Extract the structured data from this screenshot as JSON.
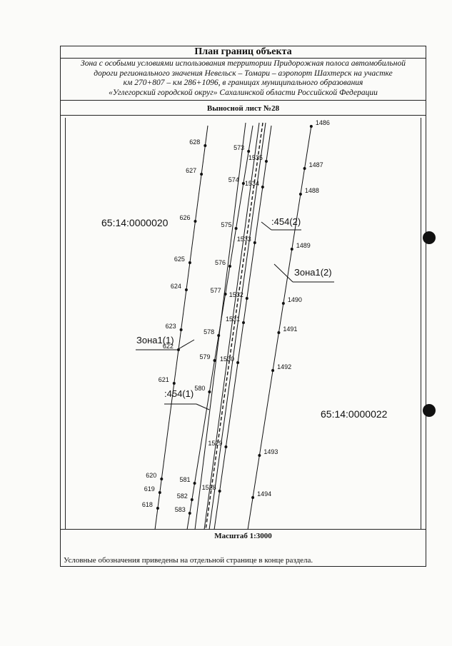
{
  "header": {
    "title": "План границ объекта",
    "description_lines": [
      "Зона с особыми условиями использования территории Придорожная полоса автомобильной",
      "дороги регионального значения Невельск – Томари – аэропорт Шахтерск на участке",
      "км 270+807 – км 286+1096, в границах муниципального образования",
      "«Углегорский городской округ» Сахалинской области Российской Федерации"
    ],
    "sheet_label": "Выносной лист №28"
  },
  "map": {
    "parcels": [
      "65:14:0000020",
      "65:14:0000022"
    ],
    "callouts": [
      ":454(2)",
      "Зона1(2)",
      "Зона1(1)",
      ":454(1)"
    ],
    "line_a_points": [
      "628",
      "627",
      "626",
      "625",
      "624",
      "623",
      "622",
      "621",
      "620",
      "619",
      "618"
    ],
    "line_b_points": [
      "573",
      "574",
      "575",
      "576",
      "577",
      "578",
      "579",
      "580",
      "581",
      "582",
      "583"
    ],
    "line_c_points": [
      "1535",
      "1534",
      "1533",
      "1532",
      "1531",
      "1530",
      "1529",
      "1528"
    ],
    "line_d_points": [
      "1486",
      "1487",
      "1488",
      "1489",
      "1490",
      "1491",
      "1492",
      "1493",
      "1494"
    ]
  },
  "footer": {
    "scale": "Масштаб 1:3000",
    "legend_note": "Условные обозначения приведены на отдельной странице в конце раздела."
  }
}
